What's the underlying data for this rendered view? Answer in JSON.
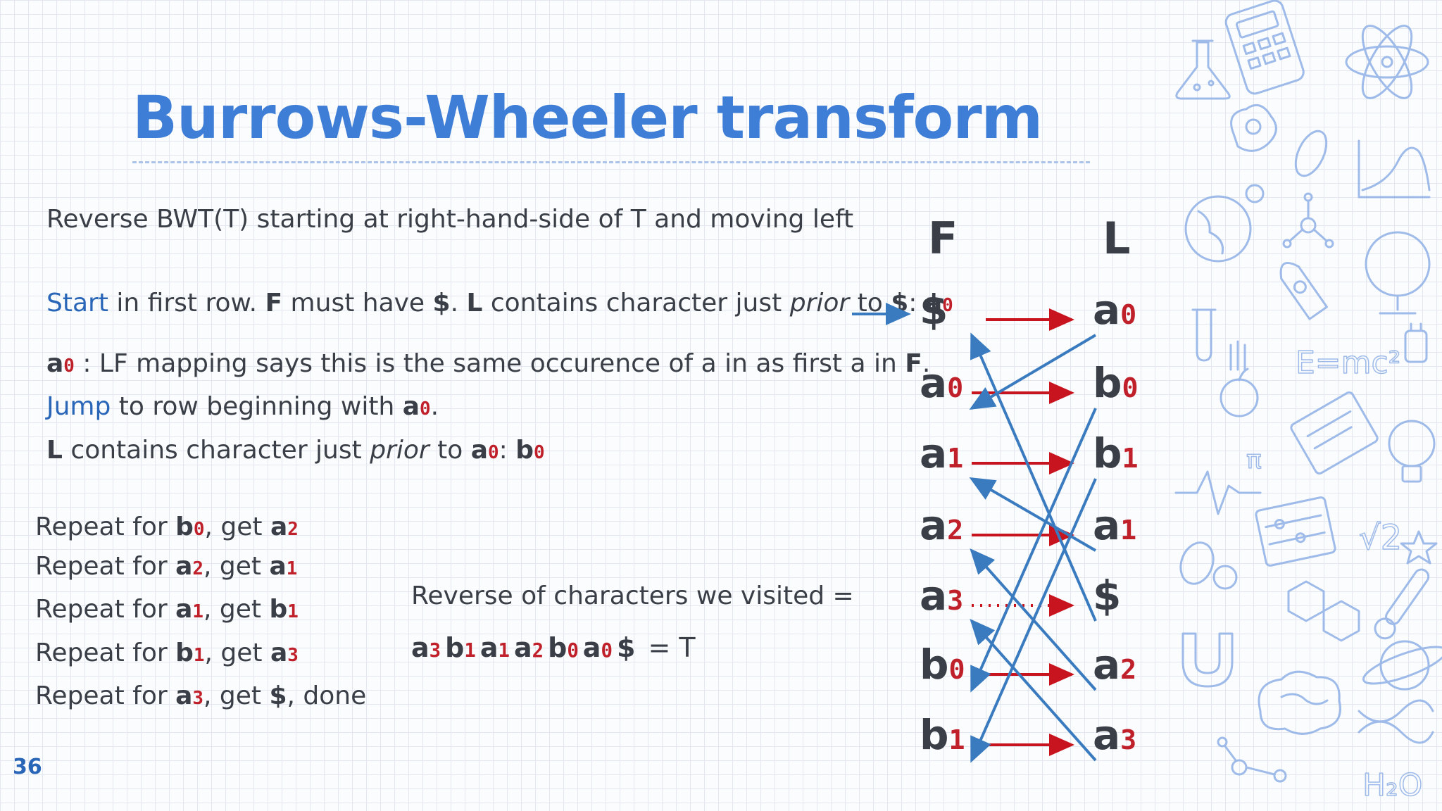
{
  "slide": {
    "title": "Burrows-Wheeler transform",
    "page_number": "36"
  },
  "left": {
    "intro": "Reverse BWT(T) starting at right-hand-side of T and moving left",
    "start_word": "Start",
    "start_a": " in first row. ",
    "start_F": "F",
    "start_b": " must have ",
    "start_dollar": "$",
    "start_c": ". ",
    "start_L": "L",
    "start_d": " contains character just ",
    "start_prior": "prior",
    "start_e": " to ",
    "start_dollar2": "$",
    "start_f": ": ",
    "start_res_sym": "a",
    "start_res_sub": "0",
    "lf_sym": "a",
    "lf_sub": "0",
    "lf_text": " : LF mapping says this is the same occurence of a in as first a in ",
    "lf_F": "F",
    "lf_end": ".",
    "jump_word": "Jump",
    "jump_text": " to row beginning with ",
    "jump_sym": "a",
    "jump_sub": "0",
    "jump_end": ".",
    "lcont_L": "L",
    "lcont_text": " contains character just ",
    "lcont_prior": "prior",
    "lcont_to": " to ",
    "lcont_sym": "a",
    "lcont_sub": "0",
    "lcont_colon": ": ",
    "lcont_res_sym": "b",
    "lcont_res_sub": "0"
  },
  "repeats": [
    {
      "pre": "Repeat for ",
      "s1": "b",
      "n1": "0",
      "mid": ", get ",
      "s2": "a",
      "n2": "2",
      "post": ""
    },
    {
      "pre": "Repeat for ",
      "s1": "a",
      "n1": "2",
      "mid": ", get ",
      "s2": "a",
      "n2": "1",
      "post": ""
    },
    {
      "pre": "Repeat for ",
      "s1": "a",
      "n1": "1",
      "mid": ", get ",
      "s2": "b",
      "n2": "1",
      "post": ""
    },
    {
      "pre": "Repeat for ",
      "s1": "b",
      "n1": "1",
      "mid": ", get ",
      "s2": "a",
      "n2": "3",
      "post": ""
    },
    {
      "pre": "Repeat for ",
      "s1": "a",
      "n1": "3",
      "mid": ", get ",
      "s2": "$",
      "n2": "",
      "post": ", done"
    }
  ],
  "reverse": {
    "label": "Reverse of characters we visited =",
    "sequence": [
      {
        "s": "a",
        "n": "3"
      },
      {
        "s": "b",
        "n": "1"
      },
      {
        "s": "a",
        "n": "1"
      },
      {
        "s": "a",
        "n": "2"
      },
      {
        "s": "b",
        "n": "0"
      },
      {
        "s": "a",
        "n": "0"
      },
      {
        "s": "$",
        "n": ""
      }
    ],
    "suffix": " = T"
  },
  "diagram": {
    "F_label": "F",
    "L_label": "L",
    "F": [
      {
        "s": "$",
        "n": ""
      },
      {
        "s": "a",
        "n": "0"
      },
      {
        "s": "a",
        "n": "1"
      },
      {
        "s": "a",
        "n": "2"
      },
      {
        "s": "a",
        "n": "3"
      },
      {
        "s": "b",
        "n": "0"
      },
      {
        "s": "b",
        "n": "1"
      }
    ],
    "L": [
      {
        "s": "a",
        "n": "0"
      },
      {
        "s": "b",
        "n": "0"
      },
      {
        "s": "b",
        "n": "1"
      },
      {
        "s": "a",
        "n": "1"
      },
      {
        "s": "$",
        "n": ""
      },
      {
        "s": "a",
        "n": "2"
      },
      {
        "s": "a",
        "n": "3"
      }
    ],
    "colors": {
      "row_arrow": "#c8141e",
      "lf_arrow": "#3a7bbf"
    }
  }
}
